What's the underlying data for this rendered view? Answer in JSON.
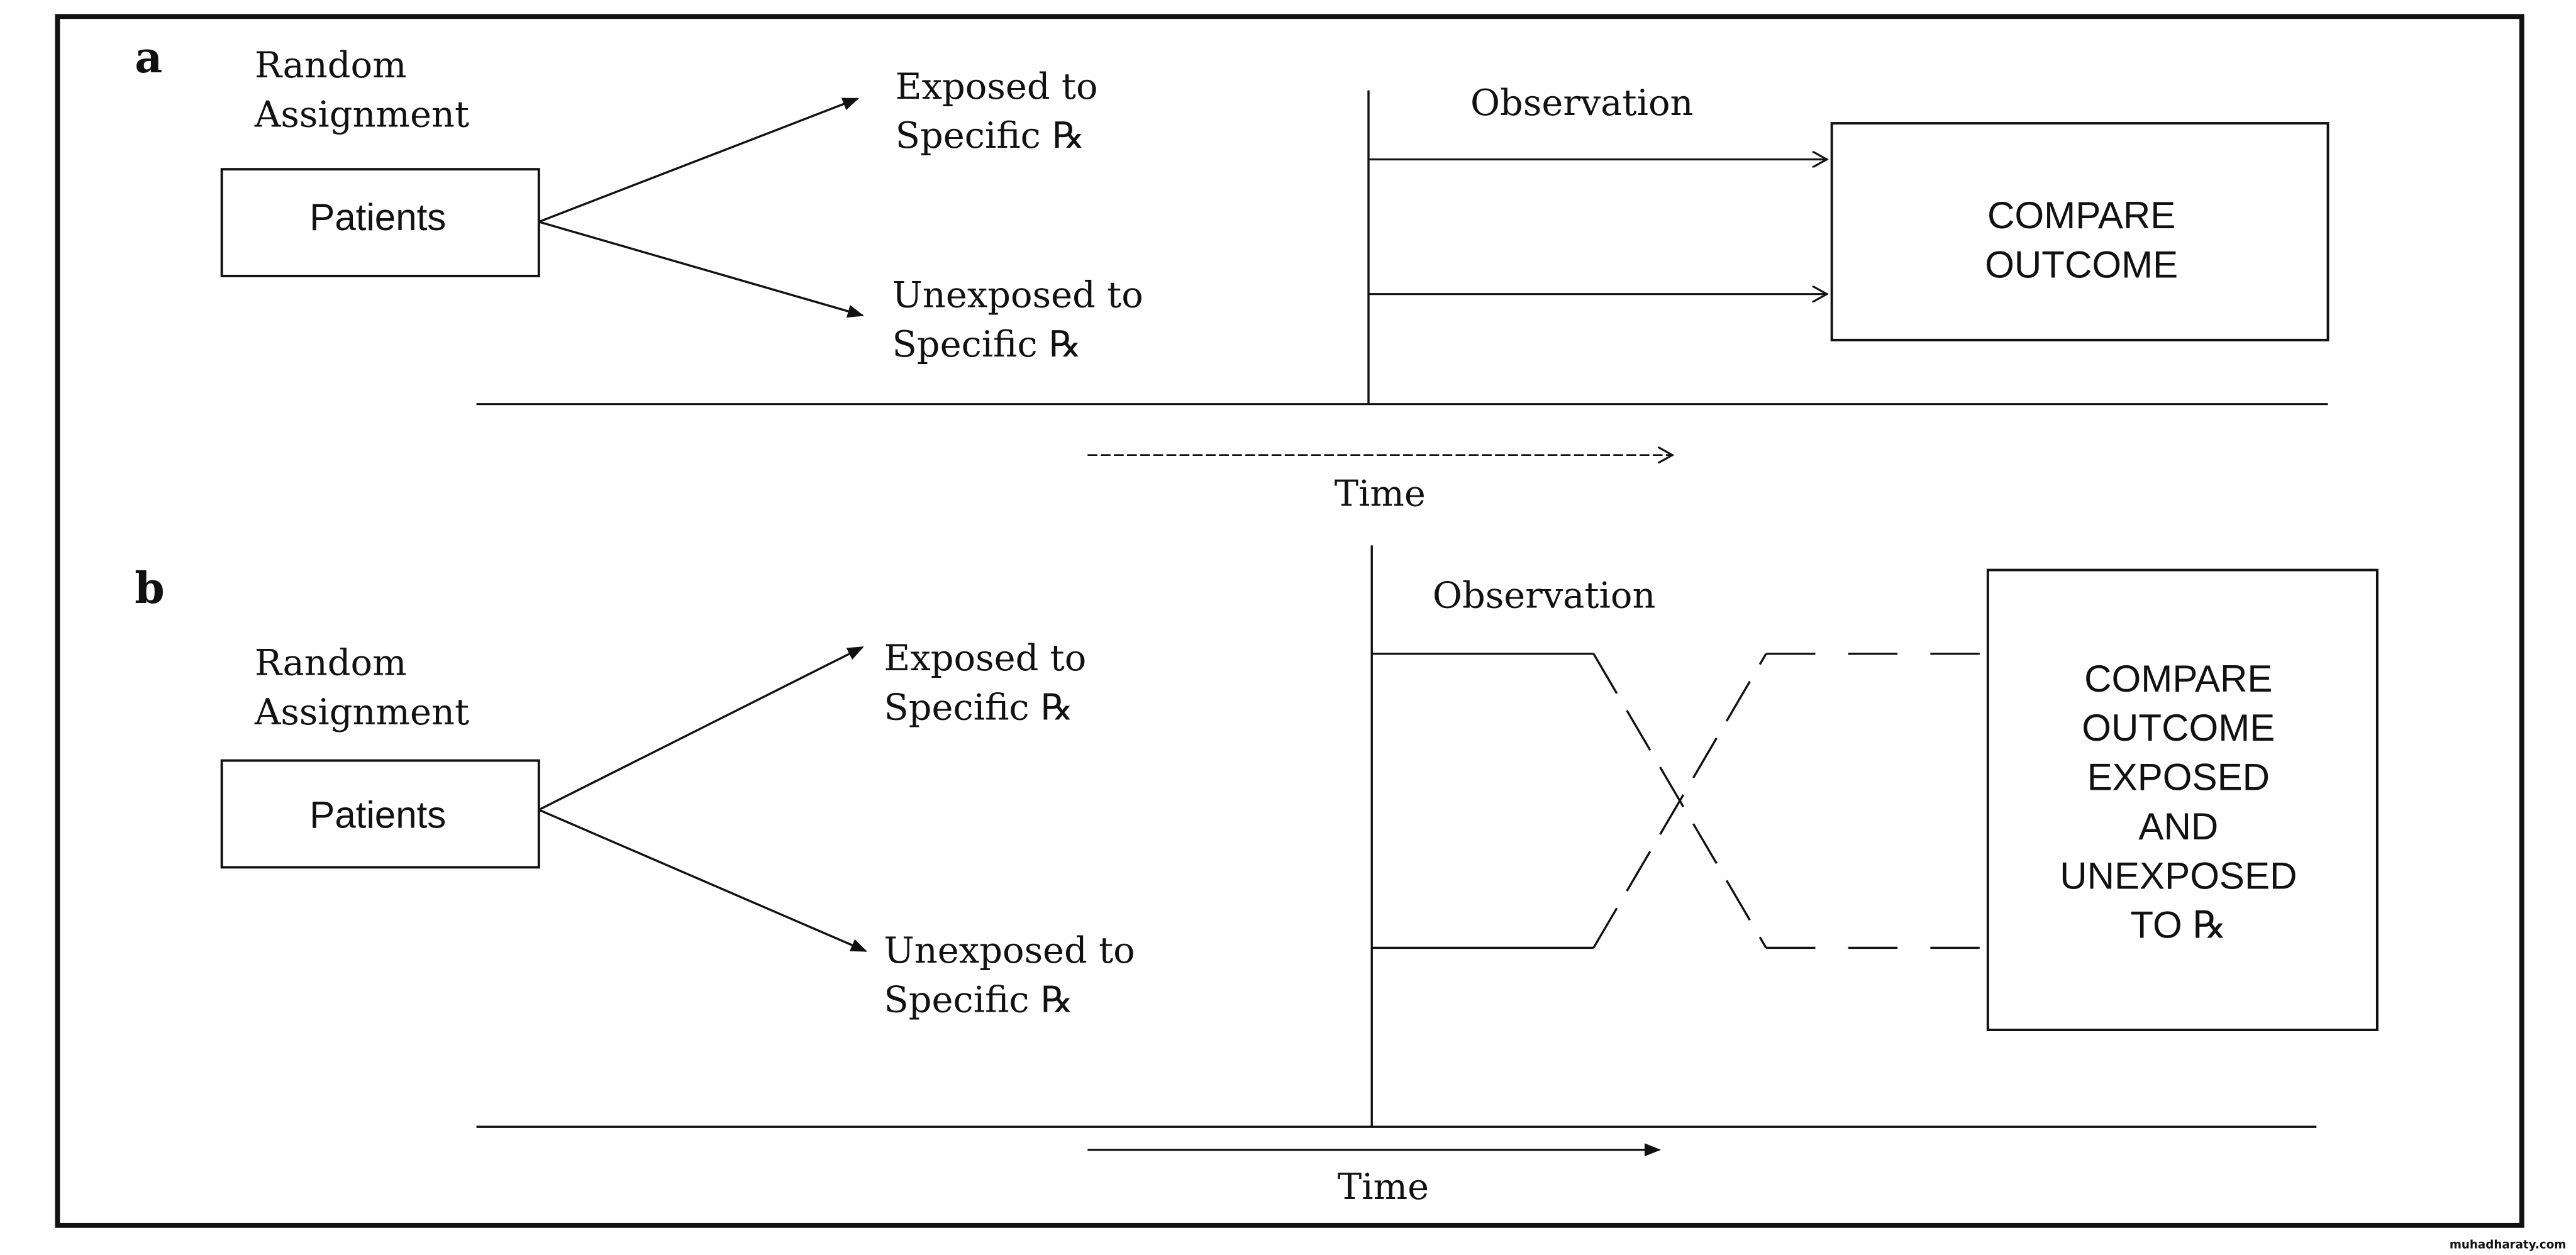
{
  "panel_a": {
    "label": "a",
    "random_assignment": [
      "Random",
      "Assignment"
    ],
    "patients": "Patients",
    "exposed": [
      "Exposed to",
      "Specific ℞"
    ],
    "unexposed": [
      "Unexposed to",
      "Specific ℞"
    ],
    "observation": "Observation",
    "outcome": [
      "COMPARE",
      "OUTCOME"
    ],
    "time": "Time"
  },
  "panel_b": {
    "label": "b",
    "random_assignment": [
      "Random",
      "Assignment"
    ],
    "patients": "Patients",
    "exposed": [
      "Exposed to",
      "Specific ℞"
    ],
    "unexposed": [
      "Unexposed to",
      "Specific ℞"
    ],
    "observation": "Observation",
    "outcome": [
      "COMPARE",
      "OUTCOME",
      "EXPOSED",
      "AND",
      "UNEXPOSED",
      "TO ℞"
    ],
    "time": "Time"
  },
  "watermark": "muhadharaty.com"
}
